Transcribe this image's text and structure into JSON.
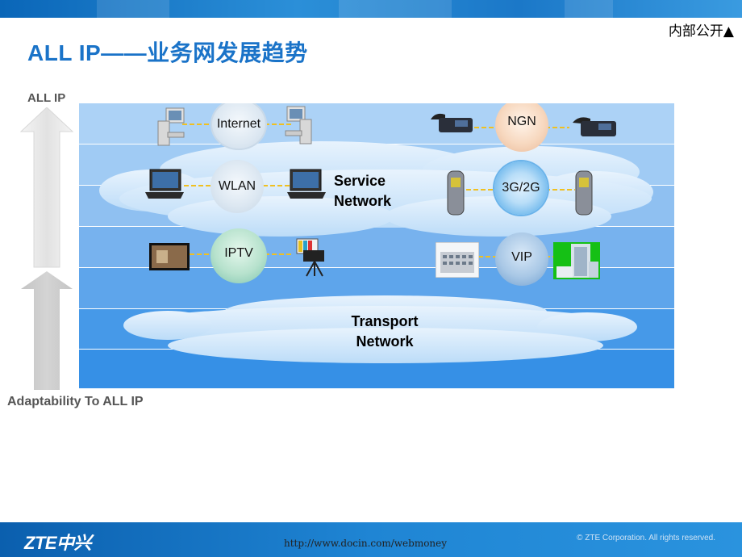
{
  "header": {
    "confidential": "内部公开▲",
    "title": "ALL IP——业务网发展趋势"
  },
  "axis": {
    "top_label": "ALL IP",
    "bottom_label": "Adaptability To ALL IP"
  },
  "diagram": {
    "service_cloud": "Service\nNetwork",
    "transport_cloud": "Transport\nNetwork",
    "nodes": {
      "internet": "Internet",
      "ngn": "NGN",
      "wlan": "WLAN",
      "mobile": "3G/2G",
      "iptv": "IPTV",
      "vip": "VIP"
    }
  },
  "footer": {
    "logo": "ZTE中兴",
    "url": "http://www.docin.com/webmoney",
    "copyright": "© ZTE Corporation. All rights reserved."
  },
  "colors": {
    "title": "#1a73c8",
    "panel_light": "#a9d0f5",
    "panel_dark": "#2d8fe6",
    "arrow": "#e6e6e6"
  }
}
